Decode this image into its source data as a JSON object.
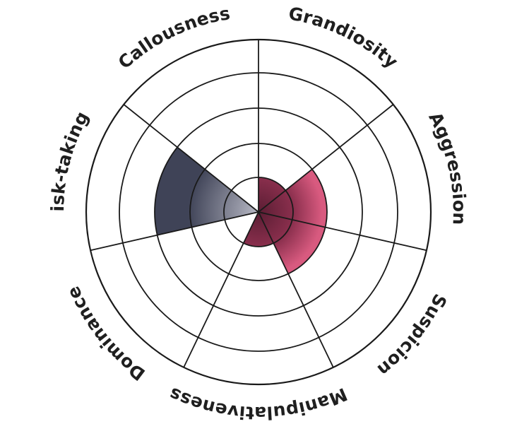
{
  "chart_data": {
    "type": "polar-area",
    "categories": [
      "Grandiosity",
      "Aggression",
      "Suspicion",
      "Manipulativeness",
      "Dominance",
      "Risk-taking",
      "Callousness"
    ],
    "values": [
      1,
      2,
      2,
      1,
      0,
      3,
      0
    ],
    "max": 5,
    "rings": 5,
    "grid": true,
    "colors": {
      "red_dark": "#5a1d33",
      "red_mid": "#8a2f4d",
      "red_light": "#d85a7f",
      "grey_dark": "#3f4357",
      "grey_light": "#b7b8c4",
      "grid": "#1a1a1a"
    }
  }
}
